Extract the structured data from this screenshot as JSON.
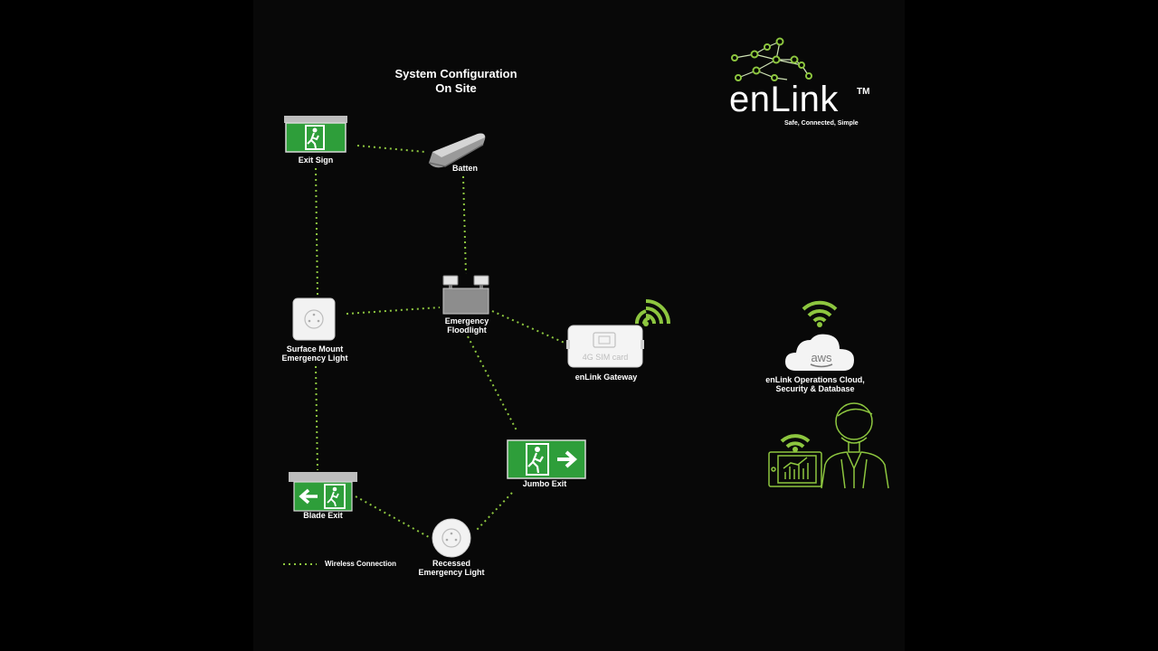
{
  "diagram": {
    "title_line1": "System Configuration",
    "title_line2": "On Site",
    "brand": {
      "name": "enLink",
      "trademark": "TM",
      "tagline": "Safe, Connected, Simple"
    },
    "nodes": {
      "exit_sign": "Exit Sign",
      "batten": "Batten",
      "floodlight_line1": "Emergency",
      "floodlight_line2": "Floodlight",
      "surface_line1": "Surface Mount",
      "surface_line2": "Emergency Light",
      "gateway": "enLink Gateway",
      "sim_card": "4G SIM card",
      "cloud_line1": "enLink Operations Cloud,",
      "cloud_line2": "Security & Database",
      "cloud_badge": "aws",
      "jumbo_exit": "Jumbo Exit",
      "blade_exit": "Blade Exit",
      "recessed_line1": "Recessed",
      "recessed_line2": "Emergency Light"
    },
    "legend": {
      "wireless": "Wireless Connection"
    },
    "colors": {
      "accent_green": "#8DC63F",
      "sign_green": "#2E9E3A",
      "background": "#080808"
    }
  }
}
